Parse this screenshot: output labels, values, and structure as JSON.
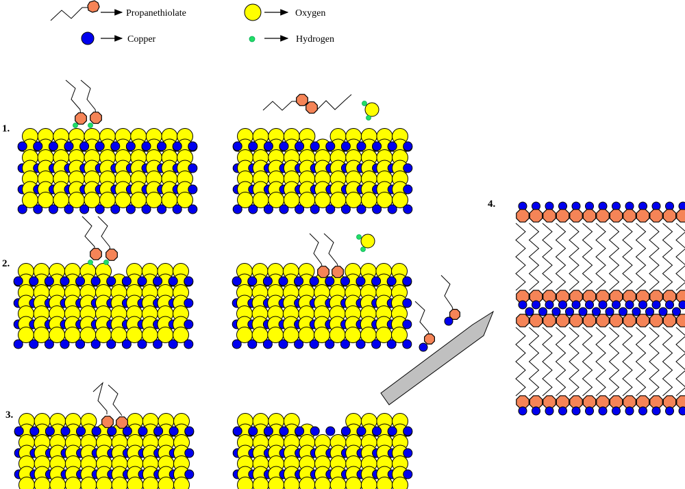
{
  "legend": {
    "propanethiolate": {
      "label": "Propanethiolate",
      "color": "#f58457",
      "icon": "propanethiolate-icon"
    },
    "copper": {
      "label": "Copper",
      "color": "#0000ee",
      "icon": "copper-icon"
    },
    "oxygen": {
      "label": "Oxygen",
      "color": "#ffff00",
      "icon": "oxygen-icon"
    },
    "hydrogen": {
      "label": "Hydrogen",
      "color": "#22dd66",
      "icon": "hydrogen-icon"
    }
  },
  "steps": [
    {
      "label": "1."
    },
    {
      "label": "2."
    },
    {
      "label": "3."
    },
    {
      "label": "4."
    }
  ]
}
